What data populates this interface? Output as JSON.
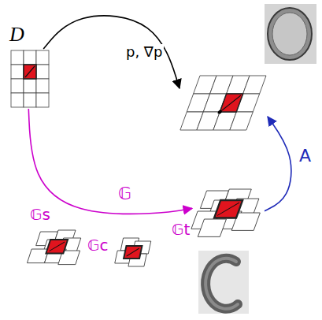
{
  "diagram": {
    "nodes": [
      {
        "text": [
          "D"
        ]
      },
      {
        "text": []
      },
      {
        "text": [
          "𝔾s"
        ]
      },
      {
        "text": [
          "𝔾c"
        ]
      },
      {
        "text": [
          "𝔾t"
        ]
      }
    ],
    "edges": [
      {
        "from": 0,
        "to": 1,
        "arrow": "to",
        "label": "p, ∇p"
      },
      {
        "from": 0,
        "to": 4,
        "arrow": "to",
        "label": "𝔾"
      },
      {
        "from": 4,
        "to": 1,
        "arrow": "to",
        "label": "A"
      }
    ]
  }
}
